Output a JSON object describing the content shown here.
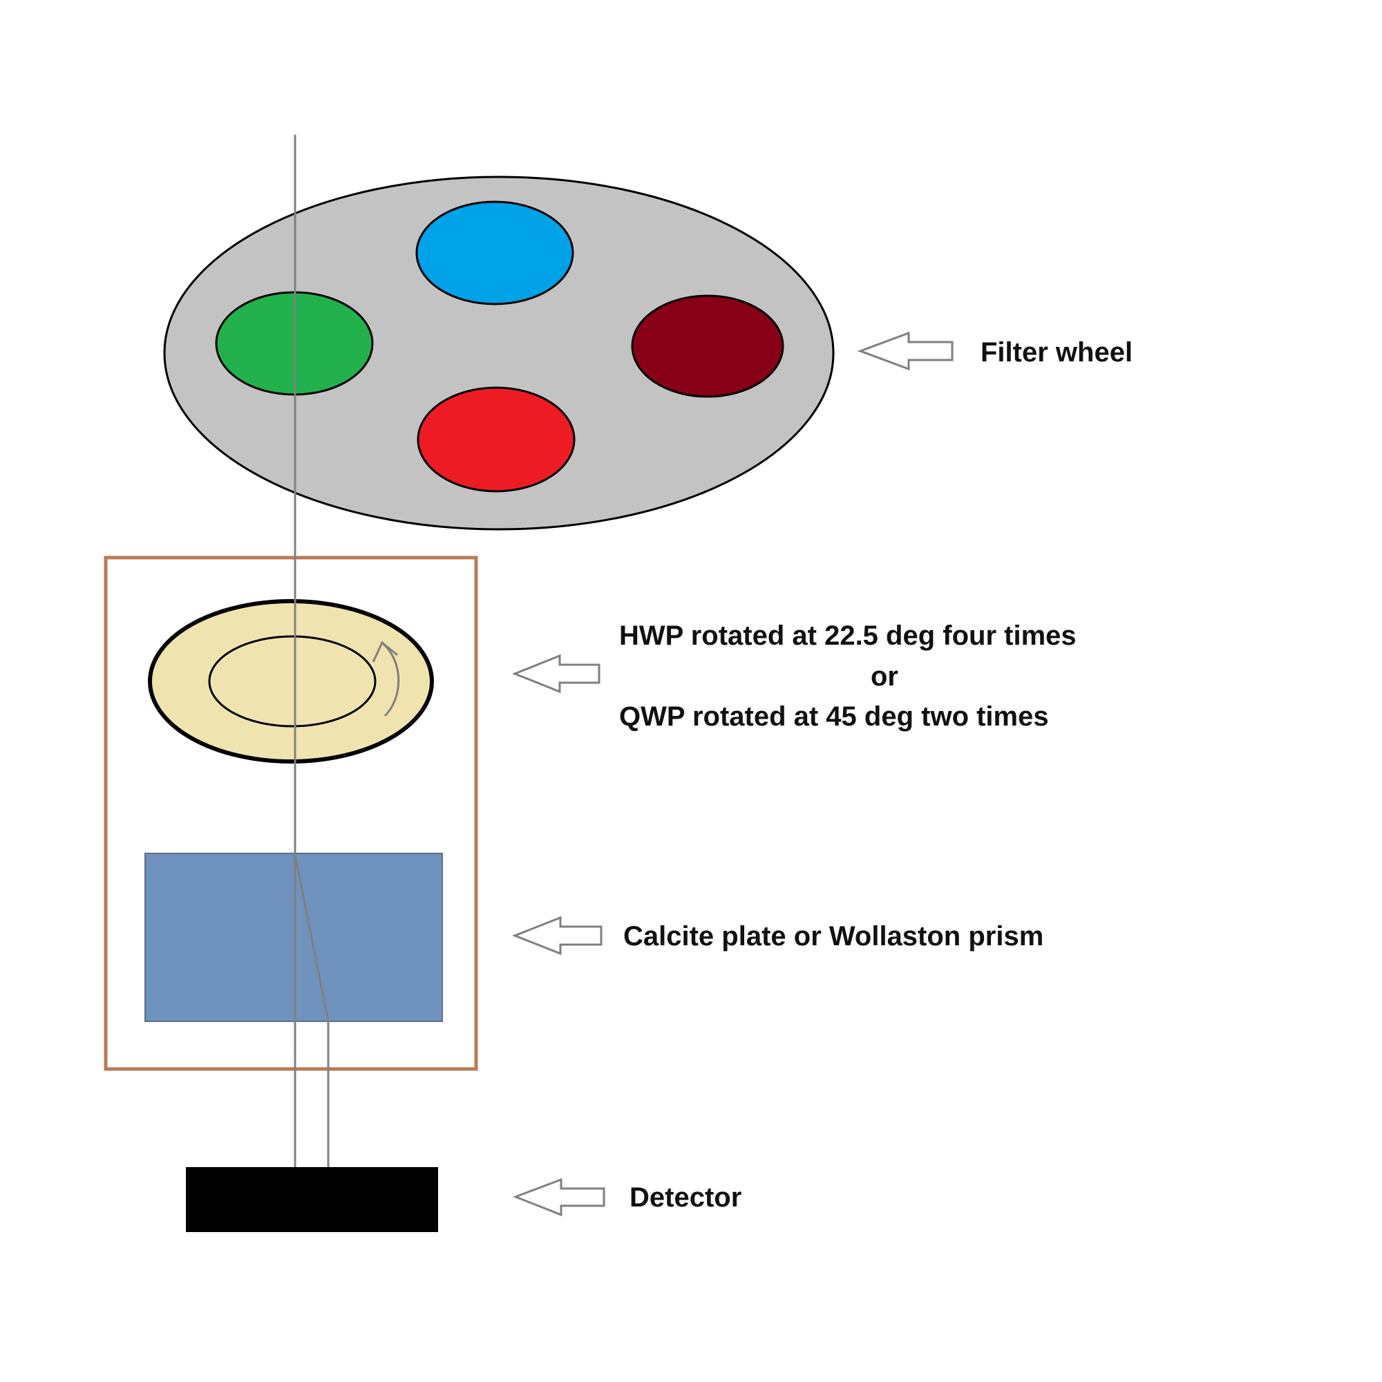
{
  "labels": {
    "filter_wheel": "Filter wheel",
    "waveplate_line1": "HWP rotated at 22.5 deg four times",
    "waveplate_line2": "or",
    "waveplate_line3": "QWP rotated at 45 deg two times",
    "analyzer": "Calcite plate or Wollaston prism",
    "detector": "Detector"
  },
  "colors": {
    "wheel_body": "#c3c3c3",
    "filter_blue": "#00a2e8",
    "filter_green": "#22b14c",
    "filter_red": "#ed1c24",
    "filter_dark_red": "#880015",
    "waveplate_fill": "#efe4b0",
    "prism_fill": "#7092be",
    "module_box_border": "#b97a57",
    "detector_fill": "#000000",
    "beam": "#808080",
    "pointer_arrow": "#7f7f7f"
  },
  "icons": {
    "rotation": "curved-rotation-arrow-icon",
    "pointer": "left-pointing-outline-arrow-icon"
  }
}
